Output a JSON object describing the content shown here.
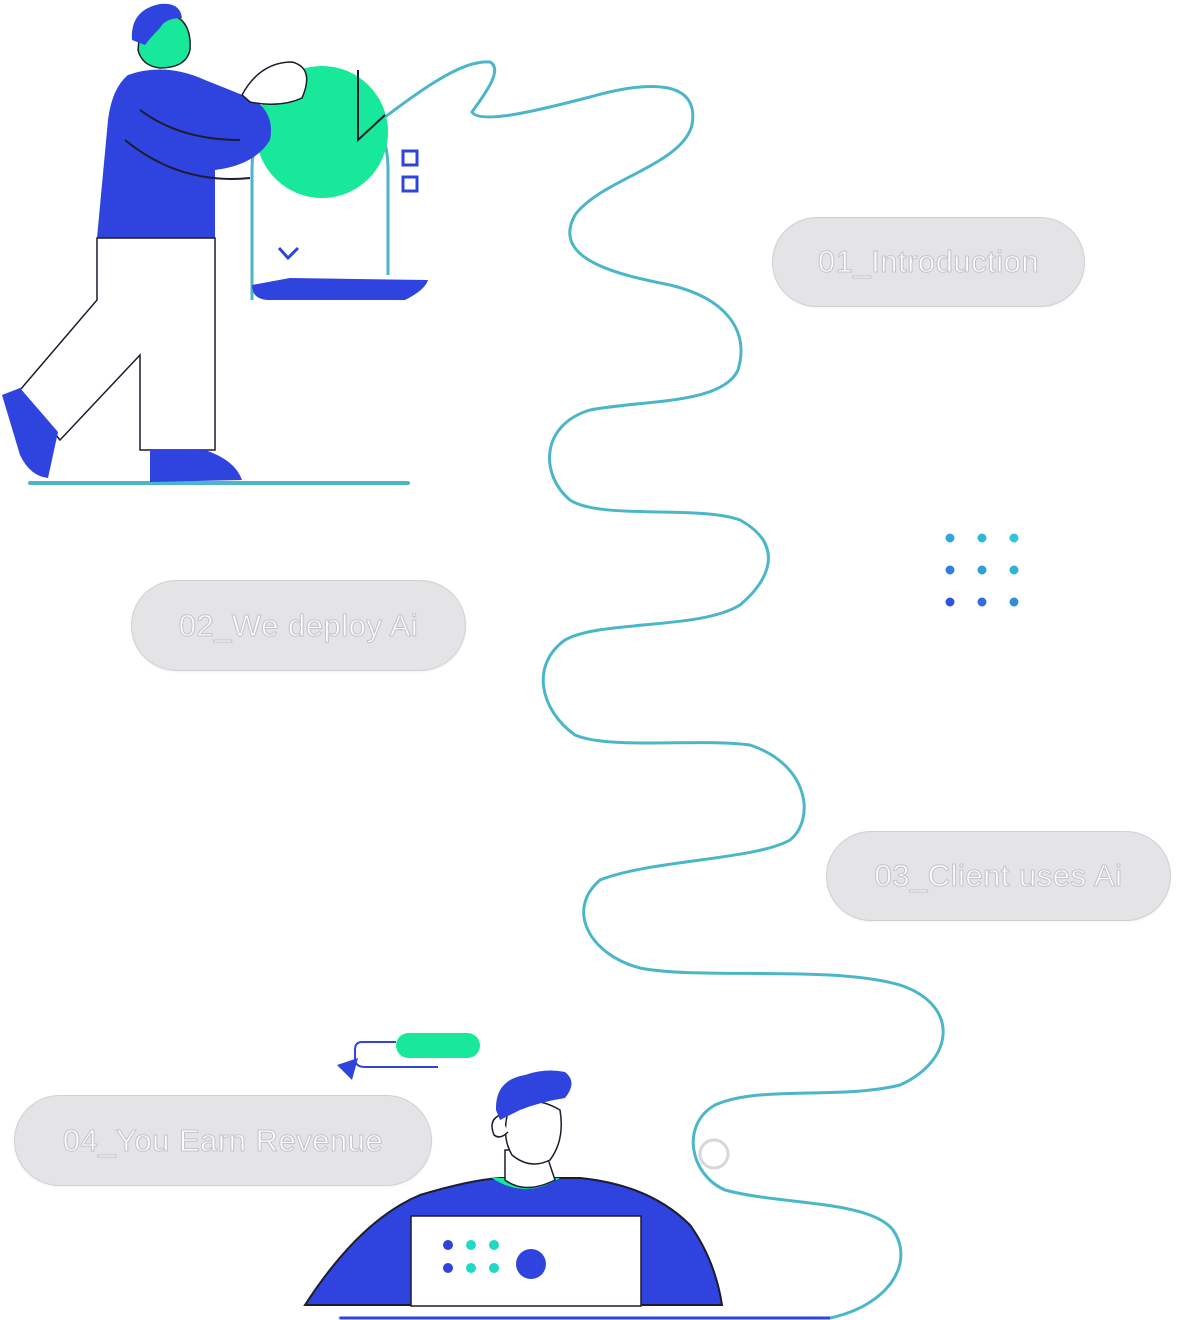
{
  "colors": {
    "path": "#4bb6c9",
    "blue": "#2f44df",
    "green": "#17e899",
    "outline": "#1c1c2e",
    "pill_bg": "#e4e4e6",
    "pill_text": "#ffffff"
  },
  "steps": [
    {
      "label": "01_Introduction"
    },
    {
      "label": "02_We deploy Ai"
    },
    {
      "label": "03_Client uses Ai"
    },
    {
      "label": "04_You Earn Revenue"
    }
  ],
  "icons": {
    "figure_top": "person-holding-globe-illustration",
    "figure_bottom": "person-with-laptop-illustration",
    "dot_grid": "dot-grid-icon",
    "path_end": "path-end-node-icon",
    "send": "send-arrow-icon"
  }
}
